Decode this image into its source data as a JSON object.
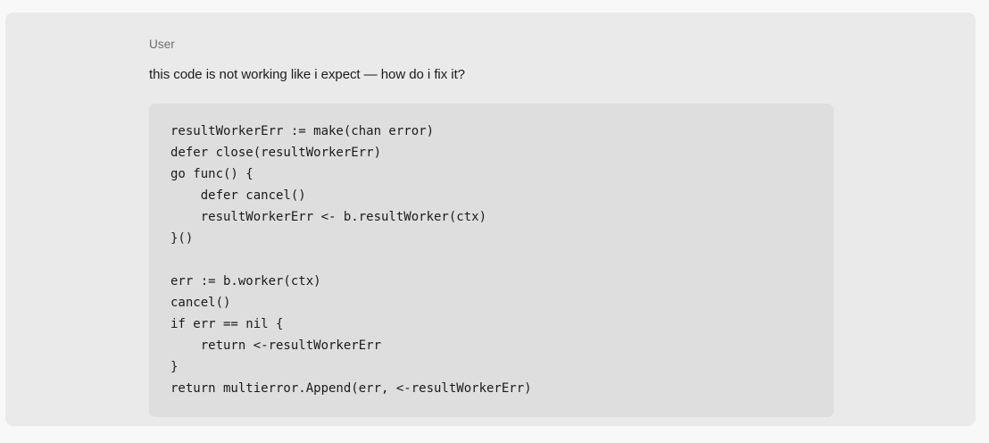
{
  "page": {
    "background_color": "#f8f8f8"
  },
  "message": {
    "panel_color": "#eaeaea",
    "role": "User",
    "text": "this code is not working like i expect — how do i fix it?",
    "code": {
      "background_color": "#dedede",
      "language": "go",
      "lines": [
        "resultWorkerErr := make(chan error)",
        "defer close(resultWorkerErr)",
        "go func() {",
        "    defer cancel()",
        "    resultWorkerErr <- b.resultWorker(ctx)",
        "}()",
        "",
        "err := b.worker(ctx)",
        "cancel()",
        "if err == nil {",
        "    return <-resultWorkerErr",
        "}",
        "return multierror.Append(err, <-resultWorkerErr)"
      ]
    }
  }
}
